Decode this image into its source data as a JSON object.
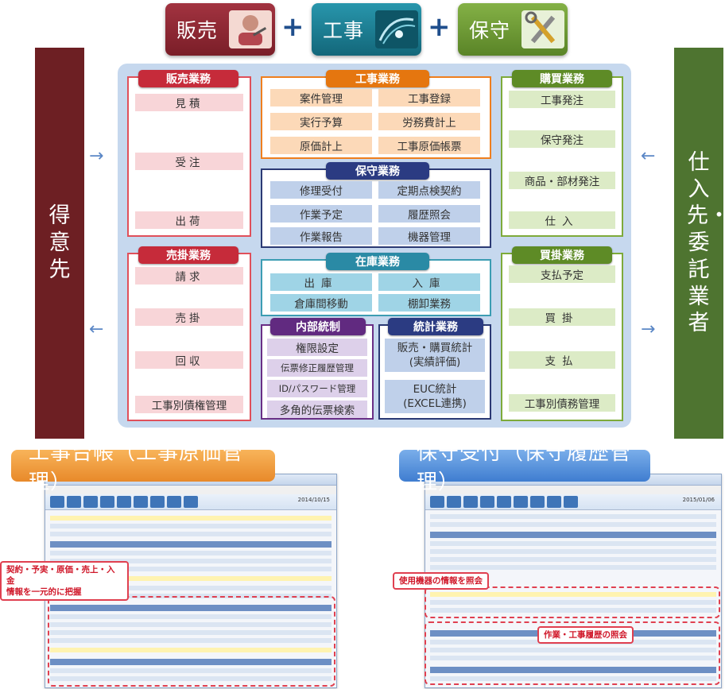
{
  "header": {
    "sales": "販売",
    "construction": "工事",
    "maintenance": "保守",
    "plus": "+"
  },
  "colors": {
    "sales": "#8b2430",
    "construction": "#1b7f95",
    "maintenance": "#6f9a35",
    "side_left": "#6d1f23",
    "side_right": "#4e7430",
    "central_background": "#c6d8ee"
  },
  "icons": {
    "sales": "person-writing-icon",
    "construction": "cable-icon",
    "maintenance": "tools-icon"
  },
  "left_side": "得意先",
  "right_side": "仕入先・委託業者",
  "arrows": {
    "left": "←",
    "right": "←"
  },
  "panels": {
    "sales_ops": {
      "title": "販売業務",
      "items": [
        "見積",
        "受注",
        "出荷"
      ]
    },
    "ar_ops": {
      "title": "売掛業務",
      "items": [
        "請求",
        "売掛",
        "回収",
        "工事別債権管理"
      ]
    },
    "construction_ops": {
      "title": "工事業務",
      "items": [
        "案件管理",
        "工事登録",
        "実行予算",
        "労務費計上",
        "原価計上",
        "工事原価帳票"
      ]
    },
    "maintenance_ops": {
      "title": "保守業務",
      "items": [
        "修理受付",
        "定期点検契約",
        "作業予定",
        "履歴照会",
        "作業報告",
        "機器管理"
      ]
    },
    "inventory_ops": {
      "title": "在庫業務",
      "items": [
        "出庫",
        "入庫",
        "倉庫間移動",
        "棚卸業務"
      ]
    },
    "internal_control": {
      "title": "内部統制",
      "items": [
        "権限設定",
        "伝票修正履歴管理",
        "ID/パスワード管理",
        "多角的伝票検索"
      ]
    },
    "statistics_ops": {
      "title": "統計業務",
      "items": [
        "販売・購買統計\n(実績評価)",
        "EUC統計\n(EXCEL連携)"
      ]
    },
    "purchasing_ops": {
      "title": "購買業務",
      "items": [
        "工事発注",
        "保守発注",
        "商品・部材発注",
        "仕入"
      ]
    },
    "ap_ops": {
      "title": "買掛業務",
      "items": [
        "支払予定",
        "買掛",
        "支払",
        "工事別債務管理"
      ]
    }
  },
  "bottom": {
    "left": {
      "title": "工事台帳（工事原価管理）",
      "window_date": "2014/10/15",
      "callout": "契約・予実・原価・売上・入金\n情報を一元的に把握"
    },
    "right": {
      "title": "保守受付（保守履歴管理）",
      "window_date": "2015/01/06",
      "callout_device": "使用機器の情報を照会",
      "callout_history": "作業・工事履歴の照会"
    }
  }
}
